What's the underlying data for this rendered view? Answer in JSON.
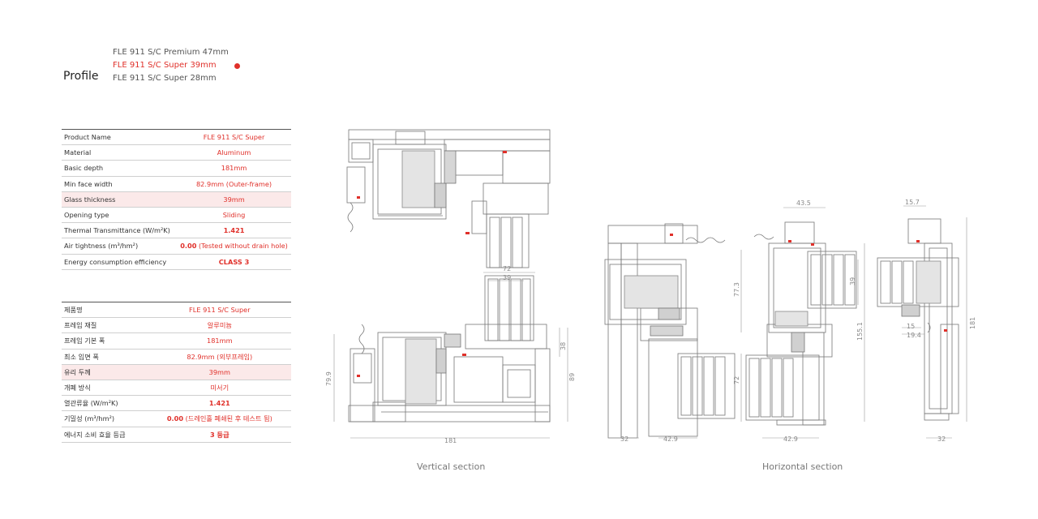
{
  "header": {
    "title": "Profile",
    "variants": [
      {
        "label": "FLE 911 S/C Premium 47mm",
        "active": false
      },
      {
        "label": "FLE 911 S/C Super 39mm",
        "active": true
      },
      {
        "label": "FLE 911 S/C Super 28mm",
        "active": false
      }
    ],
    "accent_color": "#e0302a"
  },
  "spec_en": [
    {
      "label": "Product Name",
      "value": "FLE 911 S/C Super"
    },
    {
      "label": "Material",
      "value": "Aluminum"
    },
    {
      "label": "Basic depth",
      "value": "181mm"
    },
    {
      "label": "Min face width",
      "value": "82.9mm (Outer-frame)"
    },
    {
      "label": "Glass thickness",
      "value": "39mm"
    },
    {
      "label": "Opening type",
      "value": "Sliding"
    },
    {
      "label": "Thermal Transmittance (W/m²K)",
      "value": "1.421"
    },
    {
      "label": "Air tightness (m³/hm²)",
      "value_bold": "0.00",
      "value_rest": " (Tested without drain hole)"
    },
    {
      "label": "Energy consumption efficiency",
      "value": "CLASS 3"
    }
  ],
  "spec_ko": [
    {
      "label": "제품명",
      "value": "FLE 911 S/C Super"
    },
    {
      "label": "프레임 재질",
      "value": "알루미늄"
    },
    {
      "label": "프레임 기본 폭",
      "value": "181mm"
    },
    {
      "label": "최소 입면 폭",
      "value": "82.9mm (외부프레임)"
    },
    {
      "label": "유리 두께",
      "value": "39mm"
    },
    {
      "label": "개폐 방식",
      "value": "미서기"
    },
    {
      "label": "열관류율 (W/m²K)",
      "value": "1.421"
    },
    {
      "label": "기밀성 (m³/hm²)",
      "value_bold": "0.00",
      "value_rest": " (드레인홀 폐쇄된 후 테스트 됨)"
    },
    {
      "label": "에너지 소비 효율 등급",
      "value": "3 등급"
    }
  ],
  "dimensions": {
    "v_72": "72",
    "v_39": "39",
    "v_38": "38",
    "v_89": "89",
    "v_79_9": "79.9",
    "v_181": "181",
    "h_43_5": "43.5",
    "h_77_3": "77.3",
    "h_39": "39",
    "h_155_1": "155.1",
    "h_72": "72",
    "h_32a": "32",
    "h_42_9a": "42.9",
    "h_42_9b": "42.9",
    "h_15_7": "15.7",
    "h_15": "15",
    "h_19_4": "19.4",
    "h_181": "181",
    "h_32b": "32"
  },
  "captions": {
    "vertical": "Vertical section",
    "horizontal": "Horizontal section"
  }
}
